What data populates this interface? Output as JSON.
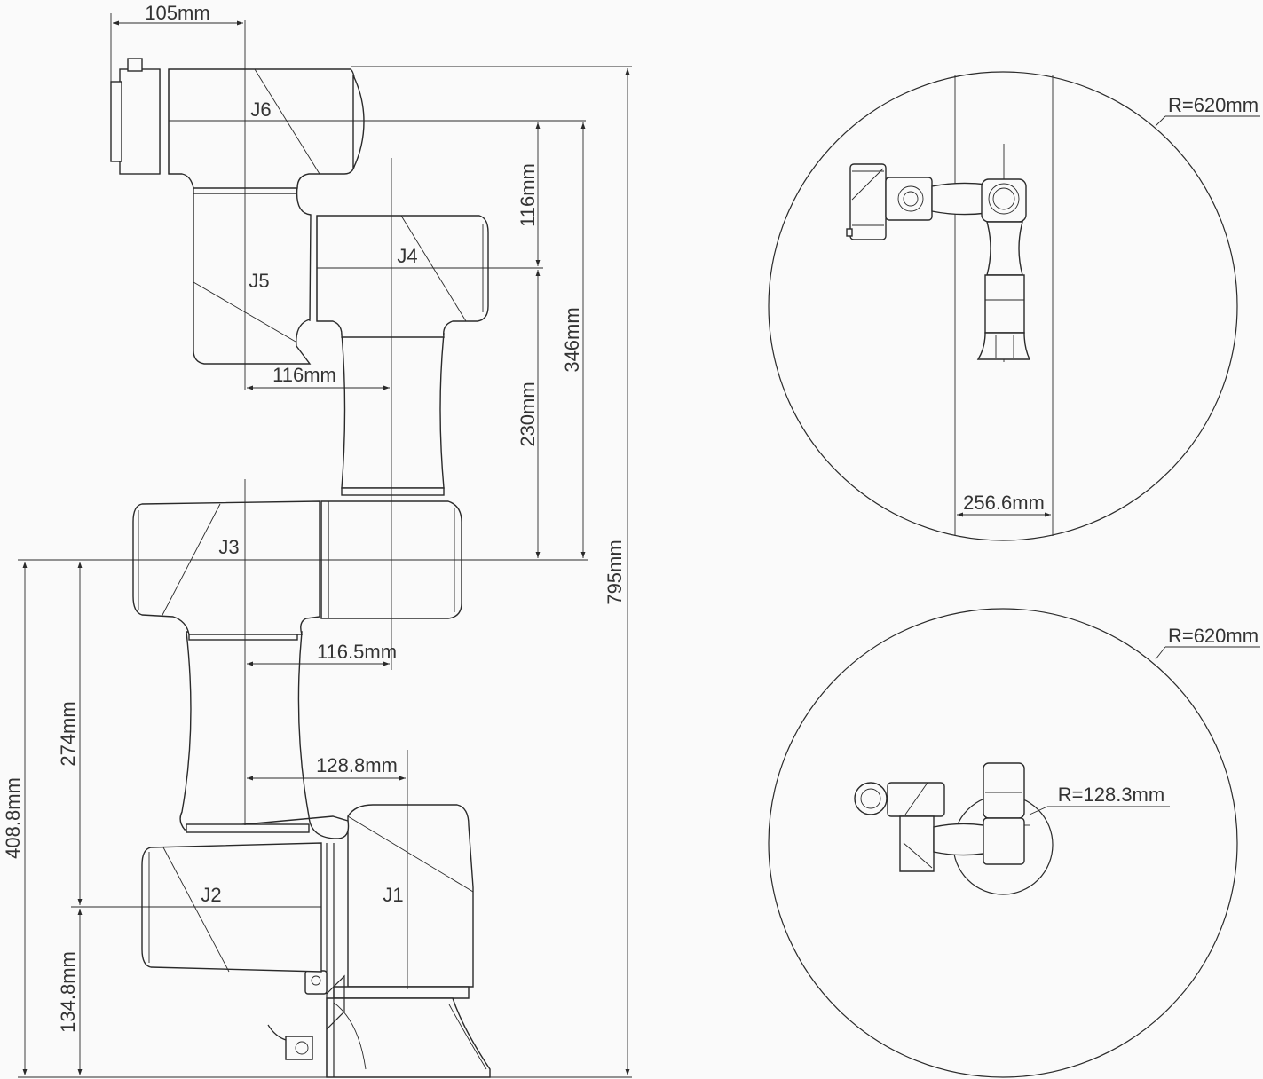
{
  "dimensions": {
    "d105": "105mm",
    "d116_top": "116mm",
    "d116_mid": "116mm",
    "d230": "230mm",
    "d346": "346mm",
    "d795": "795mm",
    "d116_5": "116.5mm",
    "d128_8": "128.8mm",
    "d274": "274mm",
    "d408_8": "408.8mm",
    "d134_8": "134.8mm",
    "d256_6": "256.6mm",
    "r620_top": "R=620mm",
    "r620_bottom": "R=620mm",
    "r128_3": "R=128.3mm"
  },
  "joints": {
    "j1": "J1",
    "j2": "J2",
    "j3": "J3",
    "j4": "J4",
    "j5": "J5",
    "j6": "J6"
  },
  "colors": {
    "line": "#2a2a2a",
    "text": "#333333",
    "background": "#fafafa"
  }
}
